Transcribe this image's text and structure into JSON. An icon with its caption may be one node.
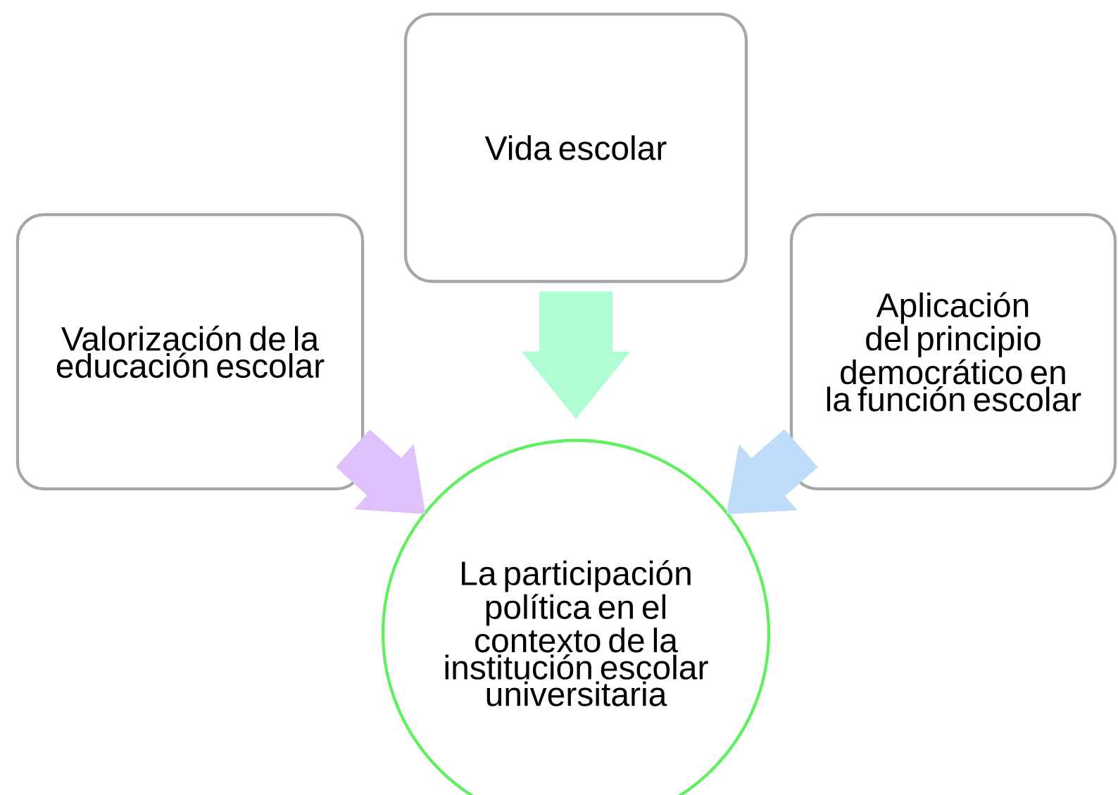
{
  "diagram": {
    "nodes": [
      {
        "text": [
          "Vida escolar"
        ]
      },
      {
        "text": [
          "Valorización de la educación escolar"
        ]
      },
      {
        "text": [
          "Aplicación del principio democrático en la función escolar"
        ]
      },
      {
        "text": [
          "La participación política en el contexto de la institución escolar universitaria"
        ]
      }
    ],
    "edges": [
      {
        "from": 0,
        "to": 3,
        "arrow": "to",
        "color": "#b0fcd3"
      },
      {
        "from": 1,
        "to": 3,
        "arrow": "to",
        "color": "#dfc1fb"
      },
      {
        "from": 2,
        "to": 3,
        "arrow": "to",
        "color": "#c0dcfb"
      }
    ]
  }
}
